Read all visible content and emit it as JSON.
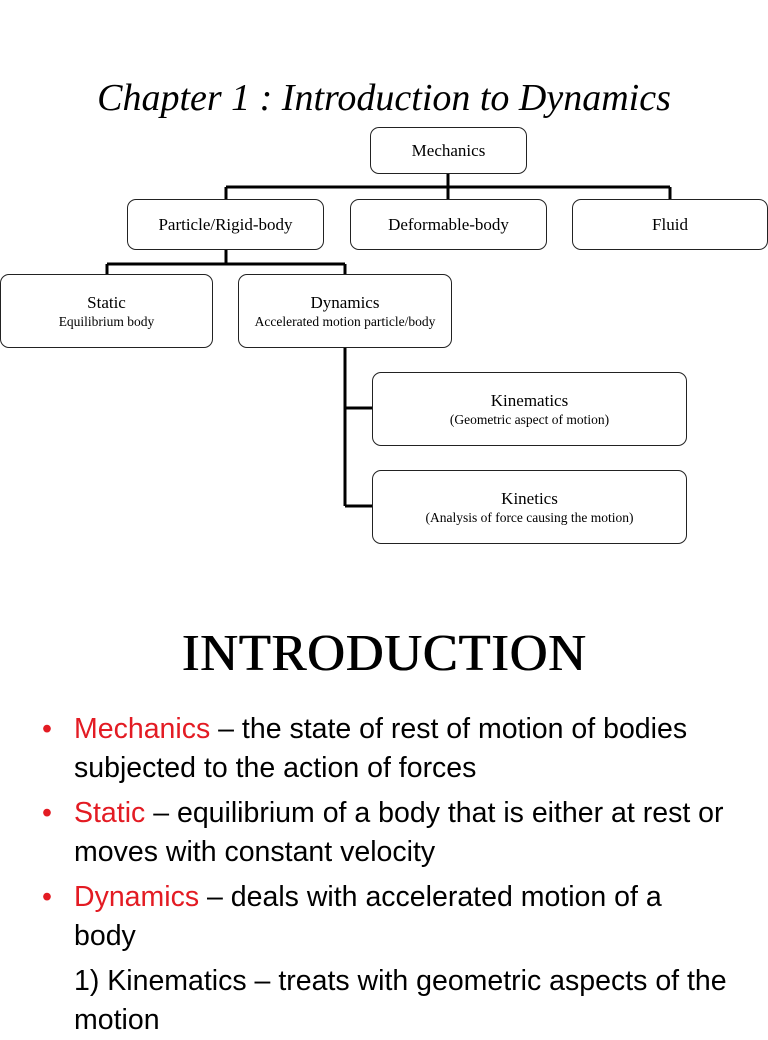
{
  "chapter_title": "Chapter 1 : Introduction to Dynamics",
  "diagram": {
    "mechanics": "Mechanics",
    "particle_rigid_body": "Particle/Rigid-body",
    "deformable_body": "Deformable-body",
    "fluid": "Fluid",
    "static": {
      "title": "Static",
      "subtitle": "Equilibrium body"
    },
    "dynamics": {
      "title": "Dynamics",
      "subtitle": "Accelerated motion particle/body"
    },
    "kinematics": {
      "title": "Kinematics",
      "subtitle": "(Geometric aspect of motion)"
    },
    "kinetics": {
      "title": "Kinetics",
      "subtitle": "(Analysis of force causing the motion)"
    }
  },
  "intro_title": "INTRODUCTION",
  "bullets": [
    {
      "marker": "•",
      "term": "Mechanics",
      "text": " – the state of rest of motion of bodies subjected to the action of forces"
    },
    {
      "marker": "•",
      "term": "Static",
      "text": " – equilibrium of a body that is either at rest or moves with constant velocity"
    },
    {
      "marker": "•",
      "term": "Dynamics",
      "text": " – deals with accelerated motion of a body"
    }
  ],
  "subitem": "1) Kinematics – treats with geometric aspects of the motion",
  "colors": {
    "term": "#e31b23",
    "text": "#000000",
    "background": "#ffffff"
  }
}
